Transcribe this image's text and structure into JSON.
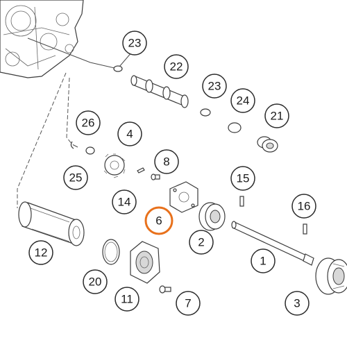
{
  "diagram": {
    "highlight_color": "#e8711c",
    "callouts": [
      {
        "id": "23a",
        "label": "23",
        "highlighted": false
      },
      {
        "id": "22",
        "label": "22",
        "highlighted": false
      },
      {
        "id": "23b",
        "label": "23",
        "highlighted": false
      },
      {
        "id": "24",
        "label": "24",
        "highlighted": false
      },
      {
        "id": "21",
        "label": "21",
        "highlighted": false
      },
      {
        "id": "26",
        "label": "26",
        "highlighted": false
      },
      {
        "id": "4",
        "label": "4",
        "highlighted": false
      },
      {
        "id": "8",
        "label": "8",
        "highlighted": false
      },
      {
        "id": "25",
        "label": "25",
        "highlighted": false
      },
      {
        "id": "15",
        "label": "15",
        "highlighted": false
      },
      {
        "id": "14",
        "label": "14",
        "highlighted": false
      },
      {
        "id": "6",
        "label": "6",
        "highlighted": true
      },
      {
        "id": "16",
        "label": "16",
        "highlighted": false
      },
      {
        "id": "12",
        "label": "12",
        "highlighted": false
      },
      {
        "id": "2",
        "label": "2",
        "highlighted": false
      },
      {
        "id": "1",
        "label": "1",
        "highlighted": false
      },
      {
        "id": "20",
        "label": "20",
        "highlighted": false
      },
      {
        "id": "11",
        "label": "11",
        "highlighted": false
      },
      {
        "id": "7",
        "label": "7",
        "highlighted": false
      },
      {
        "id": "3",
        "label": "3",
        "highlighted": false
      }
    ]
  }
}
